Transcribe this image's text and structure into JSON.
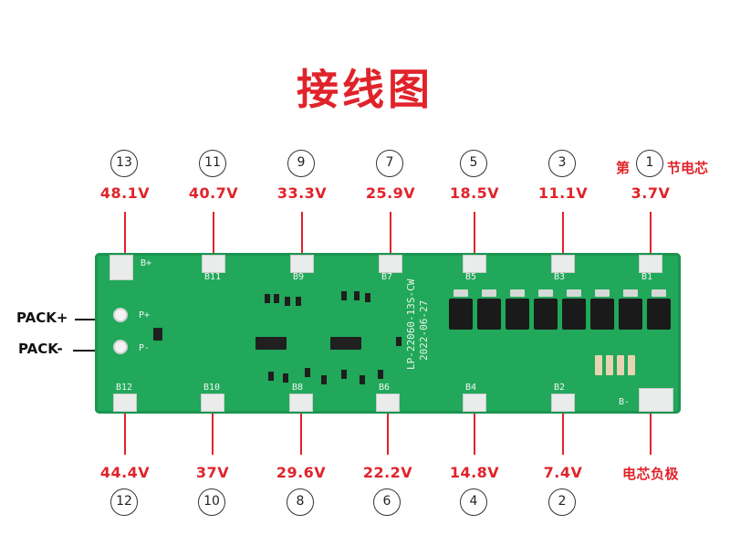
{
  "title": "接线图",
  "top_prefix": "第",
  "top_suffix": "节电芯",
  "top_nodes": [
    {
      "num": "13",
      "volt": "48.1V"
    },
    {
      "num": "11",
      "volt": "40.7V"
    },
    {
      "num": "9",
      "volt": "33.3V"
    },
    {
      "num": "7",
      "volt": "25.9V"
    },
    {
      "num": "5",
      "volt": "18.5V"
    },
    {
      "num": "3",
      "volt": "11.1V"
    },
    {
      "num": "1",
      "volt": "3.7V"
    }
  ],
  "bottom_nodes": [
    {
      "num": "12",
      "volt": "44.4V"
    },
    {
      "num": "10",
      "volt": "37V"
    },
    {
      "num": "8",
      "volt": "29.6V"
    },
    {
      "num": "6",
      "volt": "22.2V"
    },
    {
      "num": "4",
      "volt": "14.8V"
    },
    {
      "num": "2",
      "volt": "7.4V"
    },
    {
      "num": "",
      "volt": "电芯负极"
    }
  ],
  "board": {
    "top_labels": [
      "B+",
      "B11",
      "B9",
      "B7",
      "B5",
      "B3",
      "B1"
    ],
    "bottom_labels": [
      "B12",
      "B10",
      "B8",
      "B6",
      "B4",
      "B2",
      "B-"
    ],
    "left_labels": [
      "P+",
      "P-"
    ],
    "model_line1": "LP-22060-13S-CW",
    "model_line2": "2022-06-27"
  },
  "pack_labels": [
    "PACK+",
    "PACK-"
  ]
}
